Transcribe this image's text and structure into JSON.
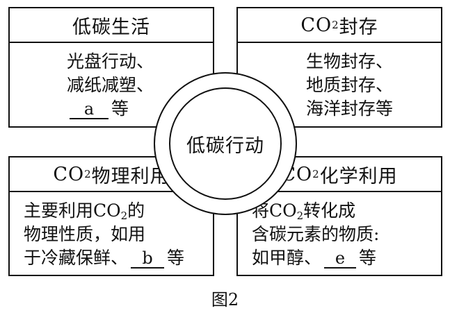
{
  "boxes": {
    "top_left": {
      "title": "低碳生活",
      "lines": [
        "光盘行动、",
        "减纸减塑、"
      ],
      "blank_label": "a",
      "line3_suffix": "等"
    },
    "top_right": {
      "title_pre": "CO",
      "title_sub": "2",
      "title_post": "封存",
      "lines": [
        "生物封存、",
        "地质封存、",
        "海洋封存等"
      ]
    },
    "bottom_left": {
      "title_pre": "CO",
      "title_sub": "2",
      "title_post": "物理利用",
      "line1_pre": "主要利用CO",
      "line1_sub": "2",
      "line1_post": "的",
      "line2": "物理性质，如用",
      "line3_prefix": "于冷藏保鲜、",
      "blank_label": "b",
      "line3_suffix": "等"
    },
    "bottom_right": {
      "title_pre": "CO",
      "title_sub": "2",
      "title_post": "化学利用",
      "line1_pre": "将CO",
      "line1_sub": "2",
      "line1_post": "转化成",
      "line2": "含碳元素的物质:",
      "line3_prefix": "如甲醇、",
      "blank_label": "e",
      "line3_suffix": "等"
    }
  },
  "center": {
    "label": "低碳行动"
  },
  "caption": "图2"
}
